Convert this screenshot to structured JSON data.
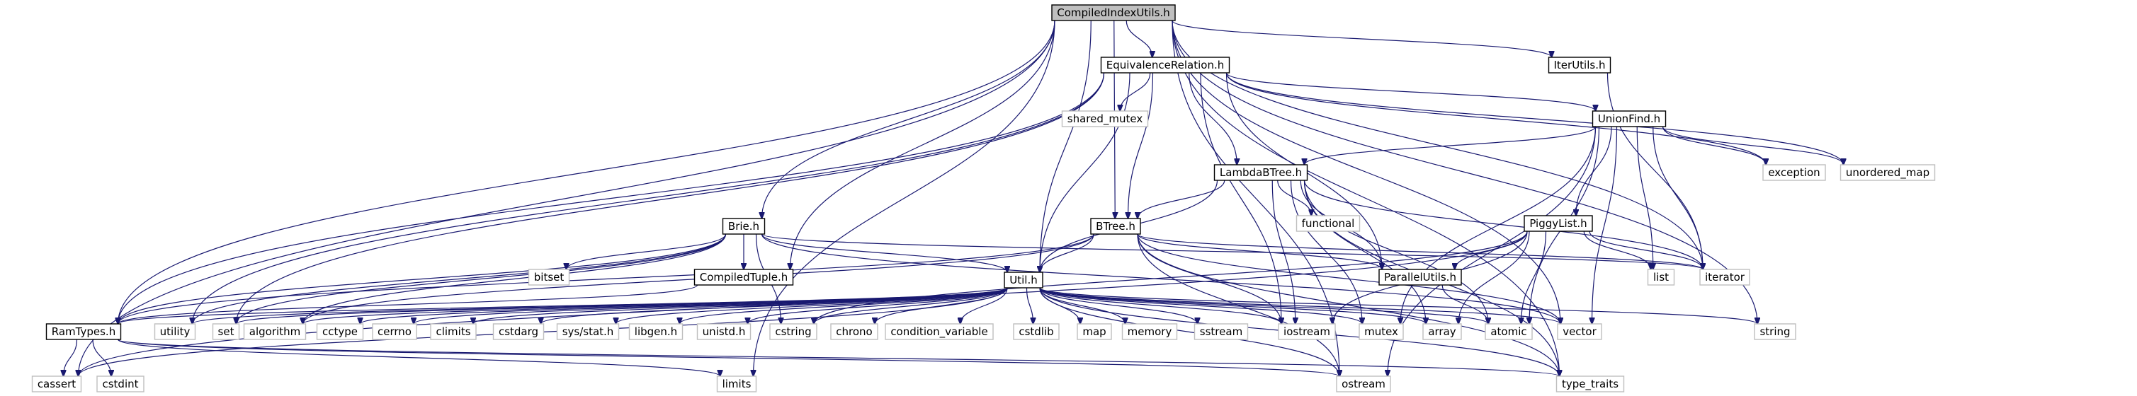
{
  "colors": {
    "edge": "#191970",
    "root_fill": "#bfbfbf",
    "root_stroke": "#000000",
    "header_stroke": "#000000",
    "system_stroke": "#bfbfbf",
    "fill": "#ffffff"
  },
  "nodes": [
    {
      "id": "root",
      "label": "CompiledIndexUtils.h",
      "kind": "root"
    },
    {
      "id": "equiv",
      "label": "EquivalenceRelation.h",
      "kind": "header"
    },
    {
      "id": "iterutils",
      "label": "IterUtils.h",
      "kind": "header"
    },
    {
      "id": "unionfind",
      "label": "UnionFind.h",
      "kind": "header"
    },
    {
      "id": "shared_mutex",
      "label": "shared_mutex",
      "kind": "system"
    },
    {
      "id": "lambdabtree",
      "label": "LambdaBTree.h",
      "kind": "header"
    },
    {
      "id": "exception",
      "label": "exception",
      "kind": "system"
    },
    {
      "id": "unordered_map",
      "label": "unordered_map",
      "kind": "system"
    },
    {
      "id": "functional",
      "label": "functional",
      "kind": "system"
    },
    {
      "id": "piggylist",
      "label": "PiggyList.h",
      "kind": "header"
    },
    {
      "id": "brie",
      "label": "Brie.h",
      "kind": "header"
    },
    {
      "id": "btree",
      "label": "BTree.h",
      "kind": "header"
    },
    {
      "id": "bitset",
      "label": "bitset",
      "kind": "system"
    },
    {
      "id": "compiledtuple",
      "label": "CompiledTuple.h",
      "kind": "header"
    },
    {
      "id": "parallelutils",
      "label": "ParallelUtils.h",
      "kind": "header"
    },
    {
      "id": "list",
      "label": "list",
      "kind": "system"
    },
    {
      "id": "iterator",
      "label": "iterator",
      "kind": "system"
    },
    {
      "id": "util",
      "label": "Util.h",
      "kind": "header"
    },
    {
      "id": "ramtypes",
      "label": "RamTypes.h",
      "kind": "header"
    },
    {
      "id": "utility",
      "label": "utility",
      "kind": "system"
    },
    {
      "id": "set",
      "label": "set",
      "kind": "system"
    },
    {
      "id": "algorithm",
      "label": "algorithm",
      "kind": "system"
    },
    {
      "id": "cctype",
      "label": "cctype",
      "kind": "system"
    },
    {
      "id": "cerrno",
      "label": "cerrno",
      "kind": "system"
    },
    {
      "id": "climits",
      "label": "climits",
      "kind": "system"
    },
    {
      "id": "cstdarg",
      "label": "cstdarg",
      "kind": "system"
    },
    {
      "id": "sysstat",
      "label": "sys/stat.h",
      "kind": "system"
    },
    {
      "id": "libgen",
      "label": "libgen.h",
      "kind": "system"
    },
    {
      "id": "unistd",
      "label": "unistd.h",
      "kind": "system"
    },
    {
      "id": "cstring",
      "label": "cstring",
      "kind": "system"
    },
    {
      "id": "chrono",
      "label": "chrono",
      "kind": "system"
    },
    {
      "id": "condvar",
      "label": "condition_variable",
      "kind": "system"
    },
    {
      "id": "cstdlib",
      "label": "cstdlib",
      "kind": "system"
    },
    {
      "id": "map",
      "label": "map",
      "kind": "system"
    },
    {
      "id": "memory",
      "label": "memory",
      "kind": "system"
    },
    {
      "id": "sstream",
      "label": "sstream",
      "kind": "system"
    },
    {
      "id": "iostream",
      "label": "iostream",
      "kind": "system"
    },
    {
      "id": "mutex",
      "label": "mutex",
      "kind": "system"
    },
    {
      "id": "array",
      "label": "array",
      "kind": "system"
    },
    {
      "id": "atomic",
      "label": "atomic",
      "kind": "system"
    },
    {
      "id": "vector",
      "label": "vector",
      "kind": "system"
    },
    {
      "id": "string",
      "label": "string",
      "kind": "system"
    },
    {
      "id": "cassert",
      "label": "cassert",
      "kind": "system"
    },
    {
      "id": "cstdint",
      "label": "cstdint",
      "kind": "system"
    },
    {
      "id": "limits",
      "label": "limits",
      "kind": "system"
    },
    {
      "id": "ostream",
      "label": "ostream",
      "kind": "system"
    },
    {
      "id": "type_traits",
      "label": "type_traits",
      "kind": "system"
    }
  ],
  "edges": [
    [
      "root",
      "equiv"
    ],
    [
      "root",
      "iterutils"
    ],
    [
      "root",
      "brie"
    ],
    [
      "root",
      "btree"
    ],
    [
      "root",
      "compiledtuple"
    ],
    [
      "root",
      "util"
    ],
    [
      "root",
      "ramtypes"
    ],
    [
      "root",
      "cassert"
    ],
    [
      "root",
      "iterator"
    ],
    [
      "root",
      "vector"
    ],
    [
      "root",
      "string"
    ],
    [
      "root",
      "ostream"
    ],
    [
      "root",
      "type_traits"
    ],
    [
      "root",
      "limits"
    ],
    [
      "iterutils",
      "iterator"
    ],
    [
      "equiv",
      "unionfind"
    ],
    [
      "equiv",
      "shared_mutex"
    ],
    [
      "equiv",
      "lambdabtree"
    ],
    [
      "equiv",
      "btree"
    ],
    [
      "equiv",
      "parallelutils"
    ],
    [
      "equiv",
      "util"
    ],
    [
      "equiv",
      "exception"
    ],
    [
      "equiv",
      "unordered_map"
    ],
    [
      "equiv",
      "iostream"
    ],
    [
      "equiv",
      "set"
    ],
    [
      "equiv",
      "utility"
    ],
    [
      "equiv",
      "ramtypes"
    ],
    [
      "unionfind",
      "lambdabtree"
    ],
    [
      "unionfind",
      "piggylist"
    ],
    [
      "unionfind",
      "exception"
    ],
    [
      "unionfind",
      "unordered_map"
    ],
    [
      "unionfind",
      "list"
    ],
    [
      "unionfind",
      "iterator"
    ],
    [
      "unionfind",
      "atomic"
    ],
    [
      "unionfind",
      "vector"
    ],
    [
      "unionfind",
      "mutex"
    ],
    [
      "unionfind",
      "ostream"
    ],
    [
      "lambdabtree",
      "btree"
    ],
    [
      "lambdabtree",
      "functional"
    ],
    [
      "lambdabtree",
      "parallelutils"
    ],
    [
      "lambdabtree",
      "util"
    ],
    [
      "lambdabtree",
      "iterator"
    ],
    [
      "lambdabtree",
      "atomic"
    ],
    [
      "lambdabtree",
      "mutex"
    ],
    [
      "lambdabtree",
      "iostream"
    ],
    [
      "lambdabtree",
      "type_traits"
    ],
    [
      "lambdabtree",
      "array"
    ],
    [
      "piggylist",
      "parallelutils"
    ],
    [
      "piggylist",
      "list"
    ],
    [
      "piggylist",
      "iterator"
    ],
    [
      "piggylist",
      "atomic"
    ],
    [
      "piggylist",
      "array"
    ],
    [
      "piggylist",
      "iostream"
    ],
    [
      "piggylist",
      "cstring"
    ],
    [
      "piggylist",
      "cassert"
    ],
    [
      "brie",
      "compiledtuple"
    ],
    [
      "brie",
      "util"
    ],
    [
      "brie",
      "bitset"
    ],
    [
      "brie",
      "iterator"
    ],
    [
      "brie",
      "ramtypes"
    ],
    [
      "brie",
      "utility"
    ],
    [
      "brie",
      "set"
    ],
    [
      "brie",
      "algorithm"
    ],
    [
      "brie",
      "cstring"
    ],
    [
      "brie",
      "vector"
    ],
    [
      "btree",
      "parallelutils"
    ],
    [
      "btree",
      "util"
    ],
    [
      "btree",
      "iterator"
    ],
    [
      "btree",
      "ramtypes"
    ],
    [
      "btree",
      "iostream"
    ],
    [
      "btree",
      "vector"
    ],
    [
      "btree",
      "type_traits"
    ],
    [
      "btree",
      "ostream"
    ],
    [
      "btree",
      "algorithm"
    ],
    [
      "compiledtuple",
      "ramtypes"
    ],
    [
      "parallelutils",
      "atomic"
    ],
    [
      "util",
      "ramtypes"
    ],
    [
      "util",
      "utility"
    ],
    [
      "util",
      "set"
    ],
    [
      "util",
      "algorithm"
    ],
    [
      "util",
      "cctype"
    ],
    [
      "util",
      "cerrno"
    ],
    [
      "util",
      "climits"
    ],
    [
      "util",
      "cstdarg"
    ],
    [
      "util",
      "sysstat"
    ],
    [
      "util",
      "libgen"
    ],
    [
      "util",
      "unistd"
    ],
    [
      "util",
      "cstring"
    ],
    [
      "util",
      "chrono"
    ],
    [
      "util",
      "condvar"
    ],
    [
      "util",
      "cstdlib"
    ],
    [
      "util",
      "map"
    ],
    [
      "util",
      "memory"
    ],
    [
      "util",
      "sstream"
    ],
    [
      "util",
      "iostream"
    ],
    [
      "util",
      "mutex"
    ],
    [
      "util",
      "array"
    ],
    [
      "util",
      "atomic"
    ],
    [
      "util",
      "vector"
    ],
    [
      "util",
      "string"
    ],
    [
      "util",
      "cassert"
    ],
    [
      "util",
      "ostream"
    ],
    [
      "util",
      "type_traits"
    ],
    [
      "ramtypes",
      "cassert"
    ],
    [
      "ramtypes",
      "cstdint"
    ],
    [
      "ramtypes",
      "limits"
    ],
    [
      "ramtypes",
      "type_traits"
    ],
    [
      "ramtypes",
      "ostream"
    ]
  ]
}
